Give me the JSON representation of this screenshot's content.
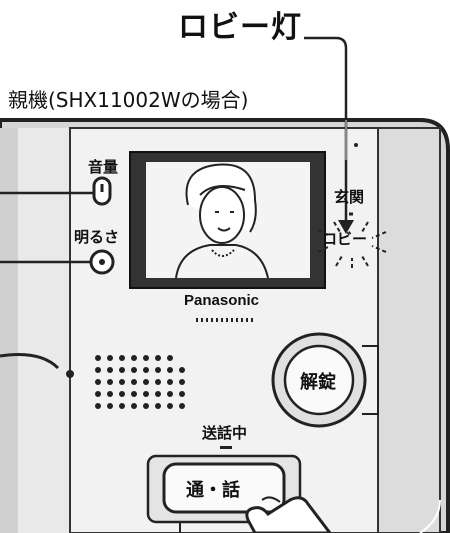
{
  "callout_lobby_light": "ロビー灯",
  "unit_caption": "親機(SHX11002Wの場合)",
  "labels": {
    "volume": "音量",
    "brightness": "明るさ",
    "entrance": "玄関",
    "lobby": "ロビー",
    "brand": "Panasonic",
    "unlock": "解錠",
    "talking": "送話中",
    "talk_button": "通・話"
  }
}
